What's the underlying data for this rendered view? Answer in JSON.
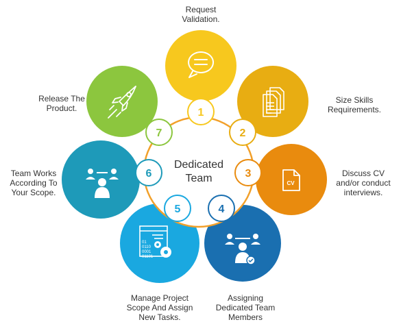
{
  "center": {
    "line1": "Dedicated",
    "line2": "Team"
  },
  "colors": {
    "ring": "#f2a02a",
    "text": "#333333",
    "step1": "#f7c81e",
    "step2": "#e8ad12",
    "step3": "#e98b0e",
    "step4": "#1a6fb0",
    "step5": "#1aa8e0",
    "step6": "#1e9ab9",
    "step7": "#8cc63e"
  },
  "steps": [
    {
      "number": "1",
      "icon": "chat-bubble-icon",
      "label_lines": [
        "Request",
        "Validation."
      ]
    },
    {
      "number": "2",
      "icon": "documents-icon",
      "label_lines": [
        "Size Skills",
        "Requirements."
      ]
    },
    {
      "number": "3",
      "icon": "cv-file-icon",
      "icon_text": "CV",
      "label_lines": [
        "Discuss CV",
        "and/or conduct",
        "interviews."
      ]
    },
    {
      "number": "4",
      "icon": "team-check-icon",
      "label_lines": [
        "Assigning",
        "Dedicated Team",
        "Members"
      ]
    },
    {
      "number": "5",
      "icon": "code-gears-icon",
      "icon_text": [
        "01",
        "0110",
        "0001",
        "01101"
      ],
      "label_lines": [
        "Manage Project",
        "Scope And Assign",
        "New Tasks."
      ]
    },
    {
      "number": "6",
      "icon": "team-icon",
      "label_lines": [
        "Team Works",
        "According To",
        "Your Scope."
      ]
    },
    {
      "number": "7",
      "icon": "rocket-icon",
      "label_lines": [
        "Release The",
        "Product."
      ]
    }
  ]
}
